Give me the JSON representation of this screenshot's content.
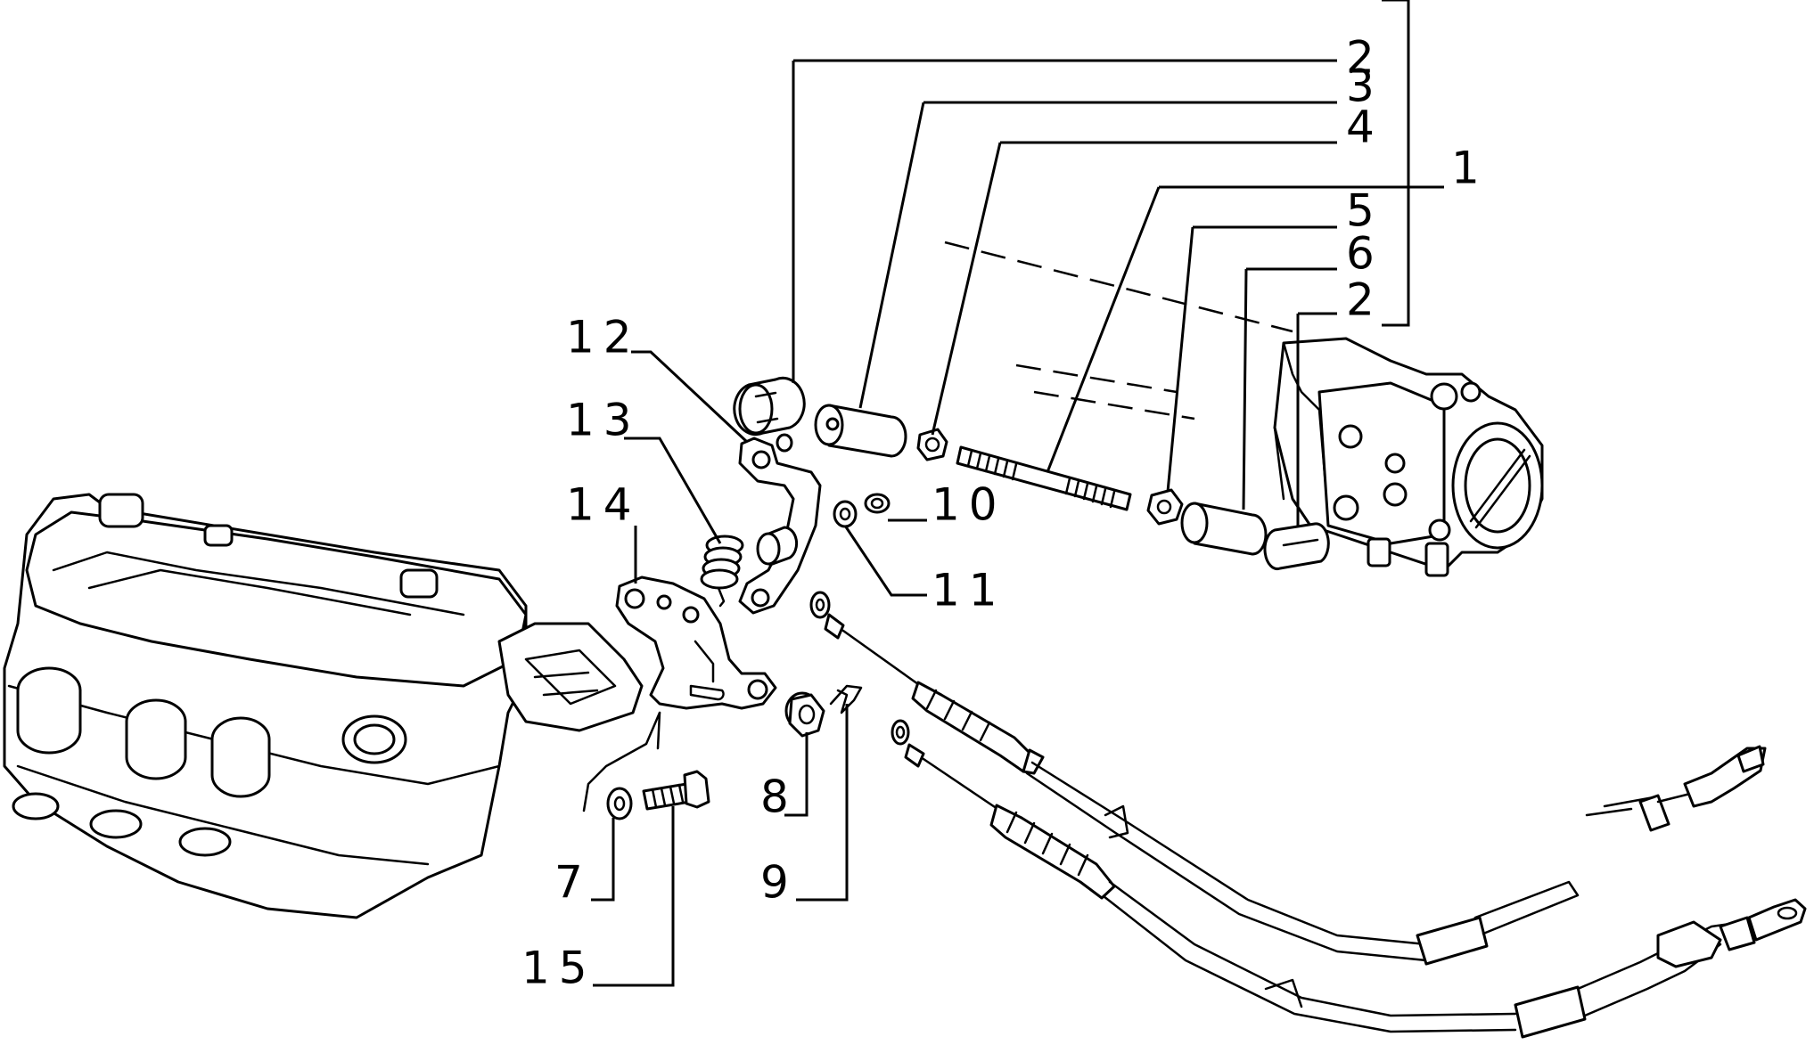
{
  "diagram": {
    "type": "exploded-parts-diagram",
    "line_color": "#000000",
    "background": "#ffffff",
    "callouts": [
      {
        "id": "c2a",
        "text": "2"
      },
      {
        "id": "c3",
        "text": "3"
      },
      {
        "id": "c4",
        "text": "4"
      },
      {
        "id": "c1",
        "text": "1"
      },
      {
        "id": "c5",
        "text": "5"
      },
      {
        "id": "c6",
        "text": "6"
      },
      {
        "id": "c2b",
        "text": "2"
      },
      {
        "id": "c12",
        "text": "12"
      },
      {
        "id": "c13",
        "text": "13"
      },
      {
        "id": "c14",
        "text": "14"
      },
      {
        "id": "c10",
        "text": "10"
      },
      {
        "id": "c11",
        "text": "11"
      },
      {
        "id": "c8",
        "text": "8"
      },
      {
        "id": "c9",
        "text": "9"
      },
      {
        "id": "c7",
        "text": "7"
      },
      {
        "id": "c15",
        "text": "15"
      }
    ]
  }
}
